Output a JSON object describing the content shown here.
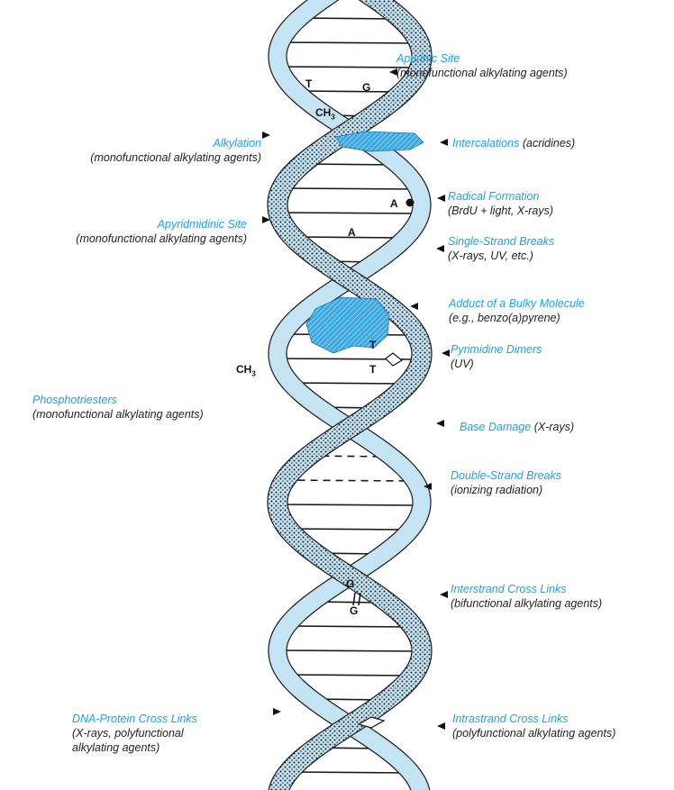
{
  "colors": {
    "strand_fill": "#c4e3f3",
    "strand_stroke": "#1a1a1a",
    "accent_blue": "#1ea1e8",
    "lesion_blue": "#3aa8e6"
  },
  "labels": {
    "apurinic": {
      "title": "Apurinic Site",
      "sub": "(monofunctional alkylating agents)"
    },
    "alkylation": {
      "title": "Alkylation",
      "sub": "(monofunctional alkylating agents)"
    },
    "intercalations": {
      "title": "Intercalations",
      "sub": "(acridines)"
    },
    "radical": {
      "title": "Radical Formation",
      "sub": "(BrdU + light, X-rays)"
    },
    "apyrimidinic": {
      "title": "Apyridmidinic Site",
      "sub": "(monofunctional alkylating agents)"
    },
    "single_strand": {
      "title": "Single-Strand Breaks",
      "sub": "(X-rays, UV, etc.)"
    },
    "adduct": {
      "title": "Adduct of a Bulky Molecule",
      "sub": "(e.g., benzo(a)pyrene)"
    },
    "pyrimidine": {
      "title": "Pyrimidine Dimers",
      "sub": "(UV)"
    },
    "phospho": {
      "title": "Phosphotriesters",
      "sub": "(monofunctional alkylating agents)"
    },
    "base_damage": {
      "title": "Base Damage",
      "sub": "(X-rays)"
    },
    "double_strand": {
      "title": "Double-Strand Breaks",
      "sub": "(ionizing radiation)"
    },
    "interstrand": {
      "title": "Interstrand Cross Links",
      "sub": "(bifunctional alkylating agents)"
    },
    "dna_protein": {
      "title": "DNA-Protein Cross Links",
      "sub1": "(X-rays, polyfunctional",
      "sub2": "alkylating agents)"
    },
    "intrastrand": {
      "title": "Intrastrand Cross Links",
      "sub": "(polyfunctional alkylating agents)"
    }
  },
  "bases": {
    "T1": "T",
    "G1": "G",
    "CH3_top": "CH",
    "A1": "A",
    "A2": "A",
    "T2": "T",
    "T3": "T",
    "CH3_mid": "CH",
    "G2": "G",
    "G3": "G",
    "sub3": "3"
  }
}
